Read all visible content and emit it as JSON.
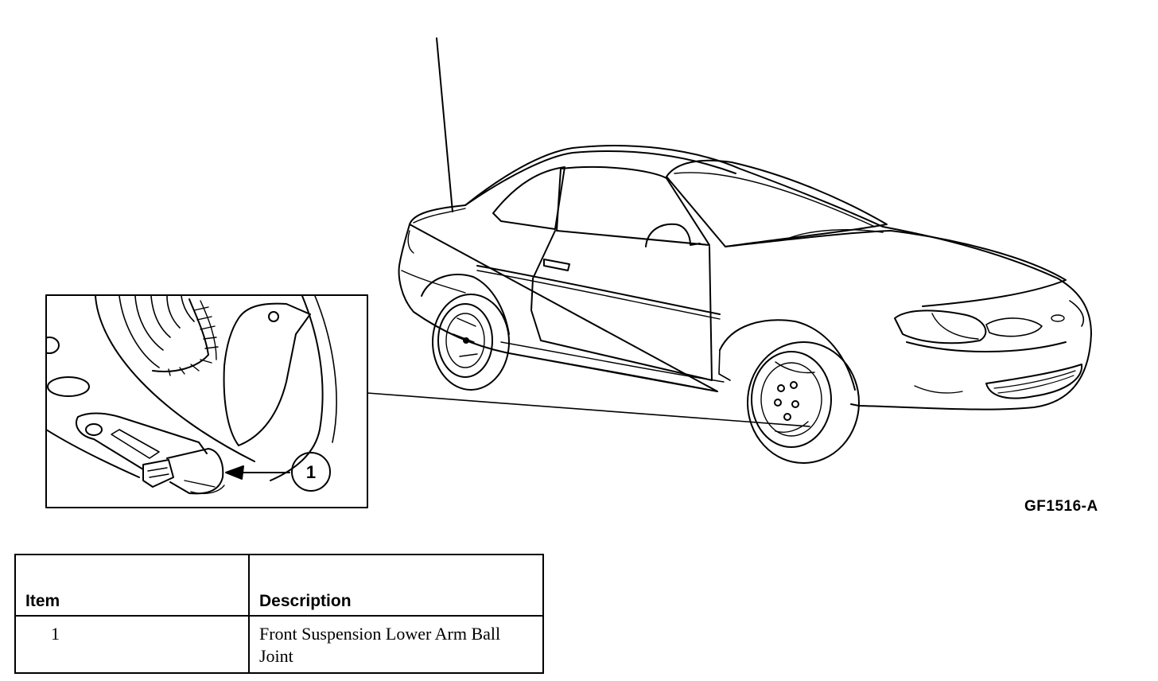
{
  "figure": {
    "id": "GF1516-A",
    "callout": "1"
  },
  "legend": {
    "headers": {
      "item": "Item",
      "description": "Description"
    },
    "rows": [
      {
        "item": "1",
        "description": "Front Suspension Lower Arm Ball Joint"
      }
    ]
  }
}
